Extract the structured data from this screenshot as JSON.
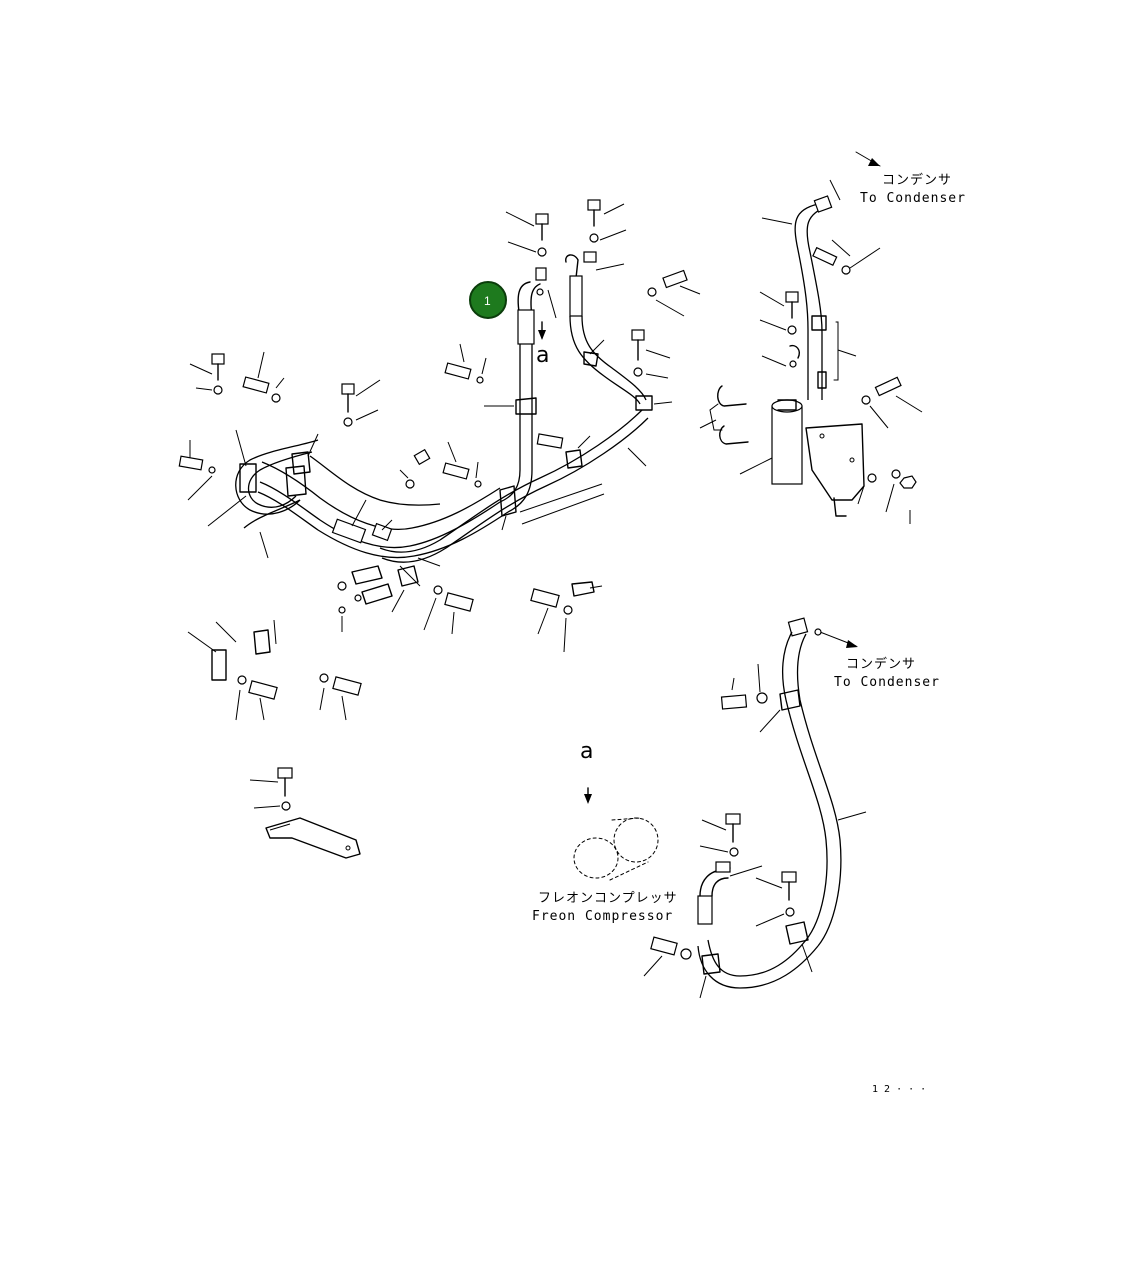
{
  "diagram": {
    "callout": {
      "number": "1",
      "color": "#1e7a1e",
      "border": "#0b3d0b"
    },
    "view_label_top": "a",
    "view_label_detail": "a",
    "label_condenser_top_jp": "コンデンサ",
    "label_condenser_top_en": "To Condenser",
    "label_condenser_bottom_jp": "コンデンサ",
    "label_condenser_bottom_en": "To Condenser",
    "label_compressor_jp": "フレオンコンプレッサ",
    "label_compressor_en": "Freon Compressor",
    "drawing_code": "1 2 · · ·"
  }
}
